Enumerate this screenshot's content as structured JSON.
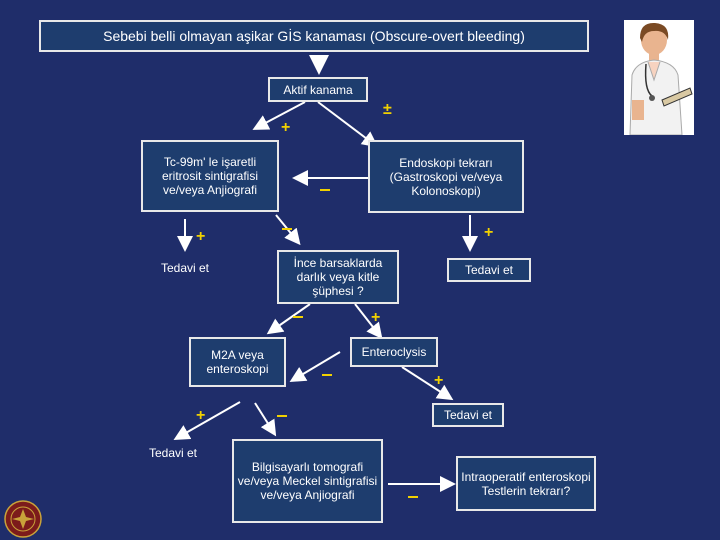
{
  "title": "Sebebi belli olmayan aşikar GİS kanaması (Obscure-overt bleeding)",
  "nodes": {
    "aktif": "Aktif kanama",
    "tc99": "Tc-99m' le işaretli eritrosit sintigrafisi ve/veya Anjiografi",
    "endoskopi": "Endoskopi tekrarı (Gastroskopi ve/veya Kolonoskopi)",
    "tedavi1": "Tedavi et",
    "ince": "İnce barsaklarda darlık veya kitle şüphesi ?",
    "tedavi2": "Tedavi et",
    "m2a": "M2A veya enteroskopi",
    "enteroclysis": "Enteroclysis",
    "tedavi3": "Tedavi et",
    "tedavi4": "Tedavi et",
    "bilgisayarli": "Bilgisayarlı tomografi ve/veya Meckel sintigrafisi ve/veya Anjiografi",
    "intraoperatif": "Intraoperatif enteroskopi Testlerin tekrarı?"
  },
  "signs": {
    "plus_minus": "±",
    "plus": "+"
  },
  "colors": {
    "background": "#1f2d6a",
    "box": "#1e3d6e",
    "border": "#e8e8e8",
    "sign": "#f1d100"
  }
}
